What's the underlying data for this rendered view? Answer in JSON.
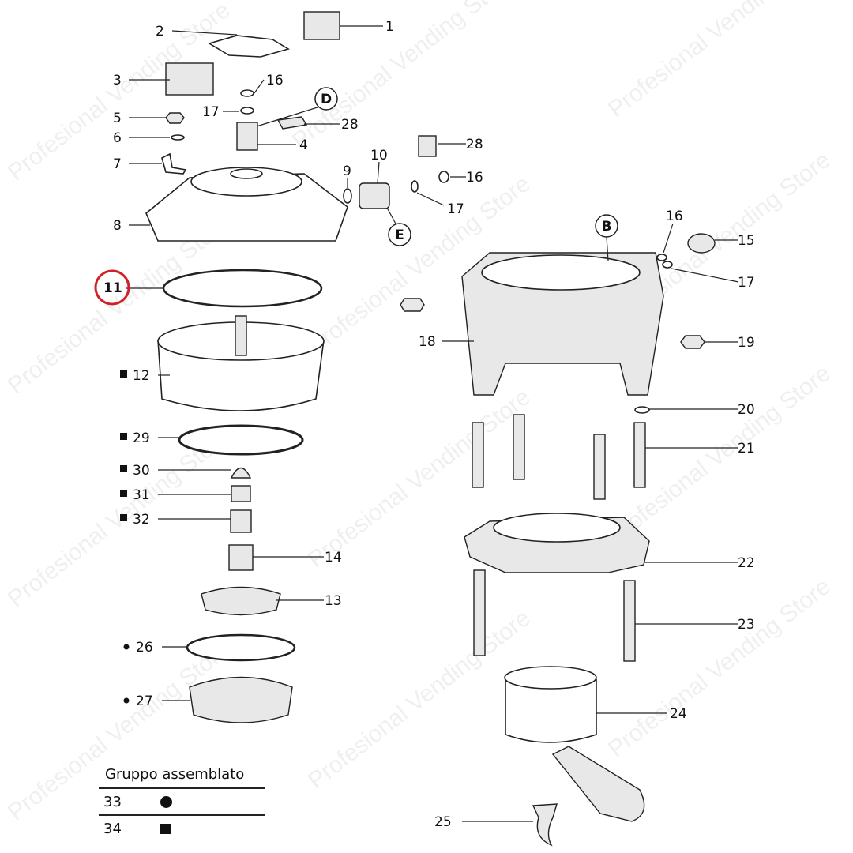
{
  "watermark": "Profesional Vending Store",
  "highlight_color": "#d0202a",
  "highlighted_part": "11",
  "callouts": {
    "D": "D",
    "E": "E",
    "B": "B"
  },
  "parts": {
    "p1": "1",
    "p2": "2",
    "p3": "3",
    "p4": "4",
    "p5": "5",
    "p6": "6",
    "p7": "7",
    "p8": "8",
    "p9": "9",
    "p10": "10",
    "p11": "11",
    "p12": "12",
    "p13": "13",
    "p14": "14",
    "p15": "15",
    "p16a": "16",
    "p16b": "16",
    "p16c": "16",
    "p17a": "17",
    "p17b": "17",
    "p17c": "17",
    "p18": "18",
    "p19": "19",
    "p20": "20",
    "p21": "21",
    "p22": "22",
    "p23": "23",
    "p24": "24",
    "p25": "25",
    "p26": "26",
    "p27": "27",
    "p28a": "28",
    "p28b": "28",
    "p29": "29",
    "p30": "30",
    "p31": "31",
    "p32": "32"
  },
  "legend": {
    "title": "Gruppo assemblato",
    "rows": [
      {
        "number": "33",
        "marker": "circle"
      },
      {
        "number": "34",
        "marker": "square"
      }
    ]
  }
}
